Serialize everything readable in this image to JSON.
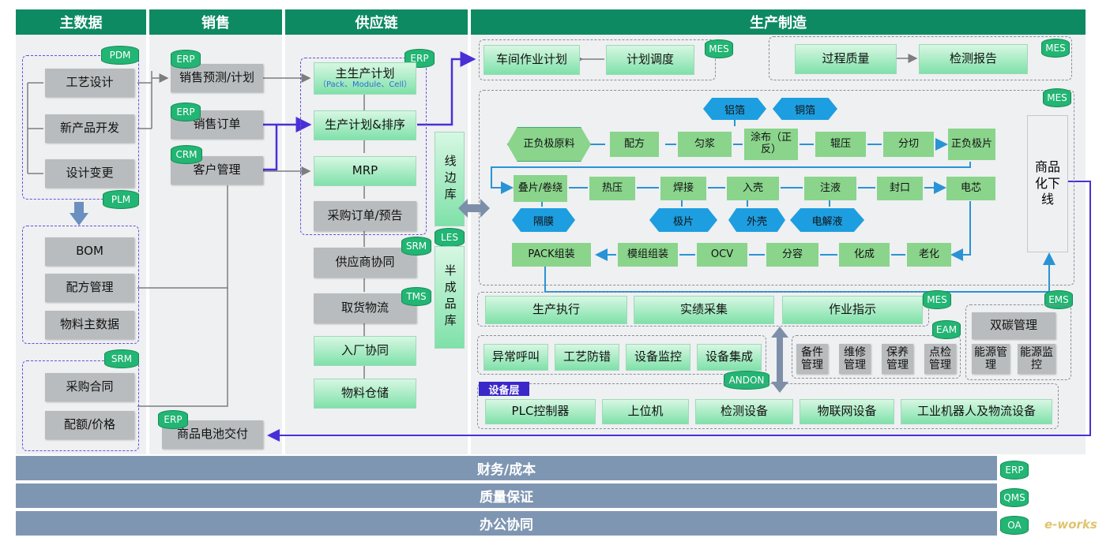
{
  "headers": {
    "master_data": "主数据",
    "sales": "销售",
    "supply_chain": "供应链",
    "manufacturing": "生产制造"
  },
  "master": {
    "process_design": "工艺设计",
    "new_product": "新产品开发",
    "design_change": "设计变更",
    "bom": "BOM",
    "formula": "配方管理",
    "material_master": "物料主数据",
    "purchase_contract": "采购合同",
    "quota_price": "配额/价格"
  },
  "sales": {
    "forecast": "销售预测/计划",
    "order": "销售订单",
    "customer": "客户管理",
    "delivery": "商品电池交付"
  },
  "supply": {
    "master_plan": "主生产计划",
    "master_plan_sub": "（Pack、Module、Cell）",
    "schedule": "生产计划&排序",
    "mrp": "MRP",
    "purchase_order": "采购订单/预告",
    "supplier": "供应商协同",
    "pickup": "取货物流",
    "inbound": "入厂协同",
    "warehouse": "物料仓储",
    "line_store": "线边库",
    "semi_store": "半成品库"
  },
  "mfg": {
    "workshop_plan": "车间作业计划",
    "plan_dispatch": "计划调度",
    "process_quality": "过程质量",
    "inspection": "检测报告",
    "row1": [
      "正负极原料",
      "配方",
      "匀浆",
      "涂布（正反）",
      "辊压",
      "分切",
      "正负极片"
    ],
    "row2": [
      "叠片/卷绕",
      "热压",
      "焊接",
      "入壳",
      "注液",
      "封口",
      "电芯"
    ],
    "row3": [
      "老化",
      "化成",
      "分容",
      "OCV",
      "模组组装",
      "PACK组装"
    ],
    "top_hex": [
      "铝箔",
      "铜箔"
    ],
    "bottom_hex": [
      "隔膜",
      "极片",
      "外壳",
      "电解液"
    ],
    "offline": "商品化下线",
    "exec": "生产执行",
    "collect": "实绩采集",
    "instruction": "作业指示",
    "andon": [
      "异常呼叫",
      "工艺防错",
      "设备监控",
      "设备集成"
    ],
    "eam": [
      "备件管理",
      "维修管理",
      "保养管理",
      "点检管理"
    ],
    "carbon": "双碳管理",
    "energy": [
      "能源管理",
      "能源监控"
    ],
    "device_layer": "设备层",
    "devices": [
      "PLC控制器",
      "上位机",
      "检测设备",
      "物联网设备",
      "工业机器人及物流设备"
    ]
  },
  "tags": {
    "pdm": "PDM",
    "plm": "PLM",
    "srm": "SRM",
    "erp": "ERP",
    "crm": "CRM",
    "les": "LES",
    "tms": "TMS",
    "mes": "MES",
    "ems": "EMS",
    "eam": "EAM",
    "andon": "ANDON",
    "qms": "QMS",
    "oa": "OA"
  },
  "bars": {
    "finance": "财务/成本",
    "quality": "质量保证",
    "office": "办公协同"
  },
  "watermark": "e-works"
}
